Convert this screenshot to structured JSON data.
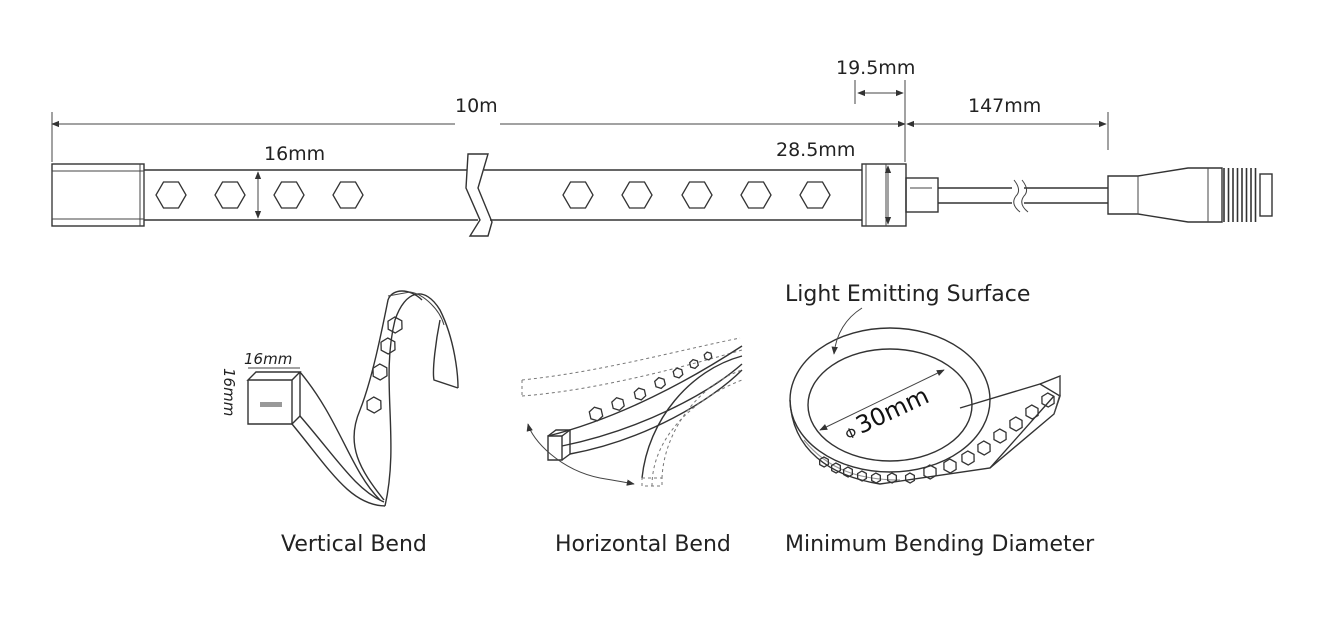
{
  "dimensions": {
    "length": "10m",
    "connector_width": "19.5mm",
    "cable_length": "147mm",
    "strip_height": "16mm",
    "end_cap_width": "28.5mm"
  },
  "profile": {
    "width": "16mm",
    "height": "16mm"
  },
  "bending": {
    "surface_label": "Light Emitting Surface",
    "diameter_symbol": "Φ",
    "diameter": "30mm"
  },
  "captions": {
    "vertical": "Vertical Bend",
    "horizontal": "Horizontal Bend",
    "minimum": "Minimum Bending Diameter"
  }
}
